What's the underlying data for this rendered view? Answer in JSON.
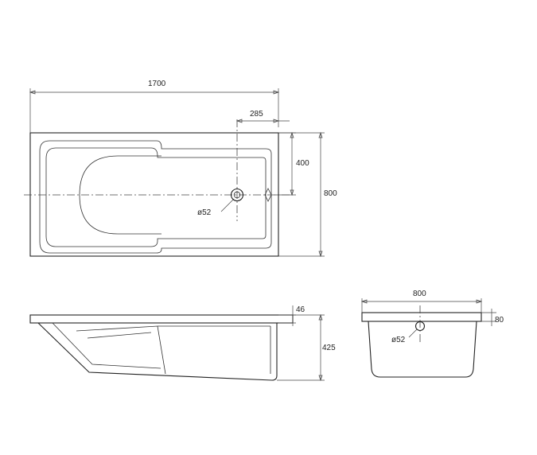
{
  "dimensions": {
    "length": "1700",
    "drain_offset": "285",
    "drain_half_width": "400",
    "width": "800",
    "drain_diameter_top": "ø52",
    "rim_thickness": "46",
    "height": "425",
    "end_width": "800",
    "end_rim": "80",
    "drain_diameter_end": "ø52"
  },
  "colors": {
    "line": "#222222",
    "background": "#ffffff"
  }
}
